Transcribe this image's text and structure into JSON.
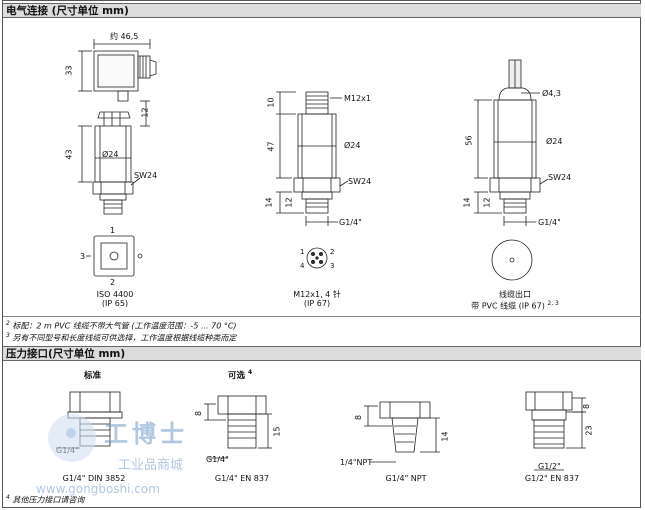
{
  "section1": {
    "title": "电气连接 (尺寸单位 mm)",
    "col1": {
      "dims": {
        "width": "约 46,5",
        "h1": "33",
        "h2": "12",
        "h3": "43",
        "dia": "Ø24",
        "sw": "SW24"
      },
      "pins": {
        "top": "1",
        "left": "3",
        "bottom": "2"
      },
      "caption_line1": "ISO 4400",
      "caption_line2": "(IP 65)"
    },
    "col2": {
      "dims": {
        "thread": "M12x1",
        "h1": "10",
        "h2": "47",
        "h3": "14",
        "h4": "12",
        "dia": "Ø24",
        "sw": "SW24",
        "g": "G1/4\""
      },
      "pins": [
        "1",
        "2",
        "3",
        "4"
      ],
      "caption_line1": "M12x1, 4 针",
      "caption_line2": "(IP 67)"
    },
    "col3": {
      "dims": {
        "cable": "Ø4,3",
        "h1": "56",
        "h2": "14",
        "h3": "12",
        "dia": "Ø24",
        "sw": "SW24",
        "g": "G1/4\""
      },
      "caption_line1": "线缆出口",
      "caption_line2": "带 PVC 线缆 (IP 67)",
      "caption_sup": "2, 3"
    }
  },
  "notes": {
    "n2_mark": "2",
    "n2_text": "标配：2 m PVC 线缆不带大气管 (工作温度范围：-5 ... 70 °C)",
    "n3_mark": "3",
    "n3_text": "另有不同型号和长度线缆可供选择，工作温度根据线缆种类而定"
  },
  "section2": {
    "title": "压力接口(尺寸单位 mm)",
    "label_standard": "标准",
    "label_optional": "可选",
    "label_optional_sup": "4",
    "fittings": [
      {
        "caption": "G1/4\" DIN 3852",
        "dims": [
          "G1/4\""
        ]
      },
      {
        "caption": "G1/4\" EN 837",
        "dims": [
          "8",
          "15",
          "G1/4\""
        ]
      },
      {
        "caption": "G1/4\" NPT",
        "dims": [
          "8",
          "14",
          "1/4\"NPT"
        ]
      },
      {
        "caption": "G1/2\" EN 837",
        "dims": [
          "8",
          "23",
          "G1/2\""
        ]
      }
    ],
    "footnote_mark": "4",
    "footnote_text": "其他压力接口请咨询"
  },
  "watermark": {
    "brand": "工博士",
    "sub": "工业品商城",
    "url": "www.gongboshi.com"
  }
}
